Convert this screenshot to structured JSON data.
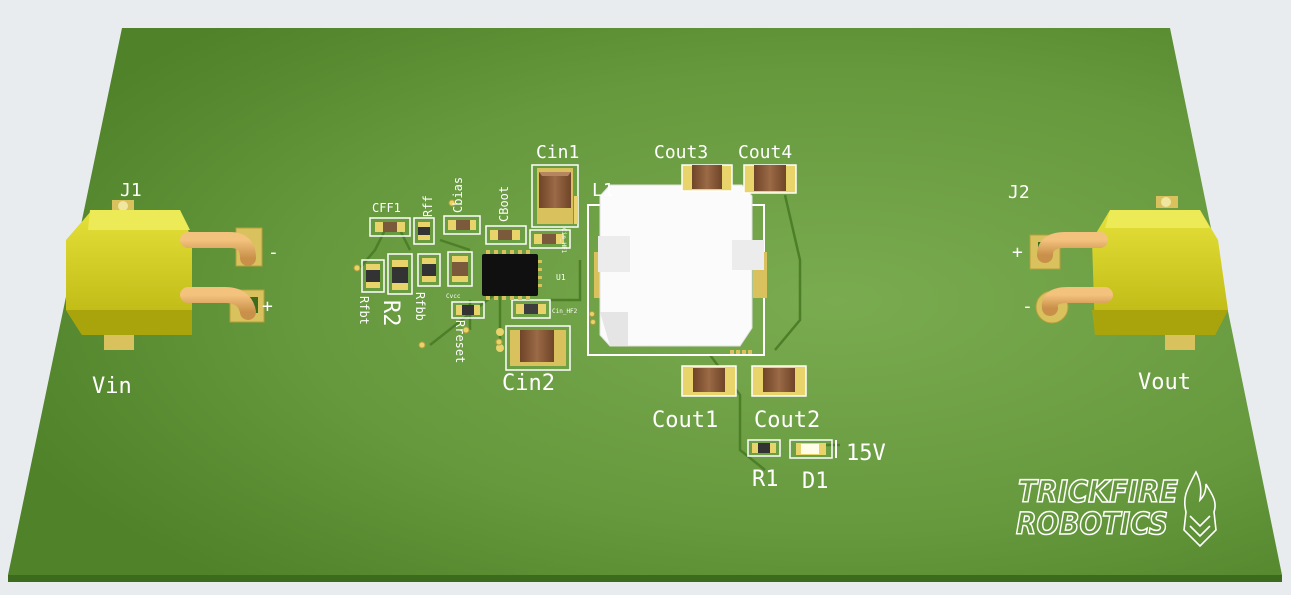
{
  "board": {
    "colors": {
      "pcb_light": "#79ab4f",
      "pcb_mid": "#5f9236",
      "pcb_edge": "#3c6a1c",
      "copper_trace": "#4a7d27",
      "pad_gold": "#e9d36b",
      "connector_yellow": "#d8d21e",
      "inductor_white": "#f4f4f4",
      "ic_black": "#111111",
      "cap_brown": "#8b5a3c"
    }
  },
  "labels": {
    "j1": "J1",
    "j2": "J2",
    "vin": "Vin",
    "vout": "Vout",
    "cff1": "CFF1",
    "rff": "Rff",
    "cbias": "Cbias",
    "cboot": "CBoot",
    "cin1": "Cin1",
    "cin2": "Cin2",
    "l1": "L1",
    "u1": "U1",
    "cout1": "Cout1",
    "cout2": "Cout2",
    "cout3": "Cout3",
    "cout4": "Cout4",
    "r1": "R1",
    "d1": "D1",
    "r2": "R2",
    "rfbt": "Rfbt",
    "rfbb": "Rfbb",
    "rreset": "Rreset",
    "led_voltage": "15V",
    "j1_minus": "-",
    "j1_plus": "+",
    "j2_plus": "+",
    "j2_minus": "-",
    "cin_hf1": "Cin_HF1",
    "cin_hf2": "Cin_HF2",
    "cvcc": "Cvcc"
  },
  "logo": {
    "line1": "TRICKFIRE",
    "line2": "ROBOTICS",
    "icon": "flame-shield-icon"
  }
}
